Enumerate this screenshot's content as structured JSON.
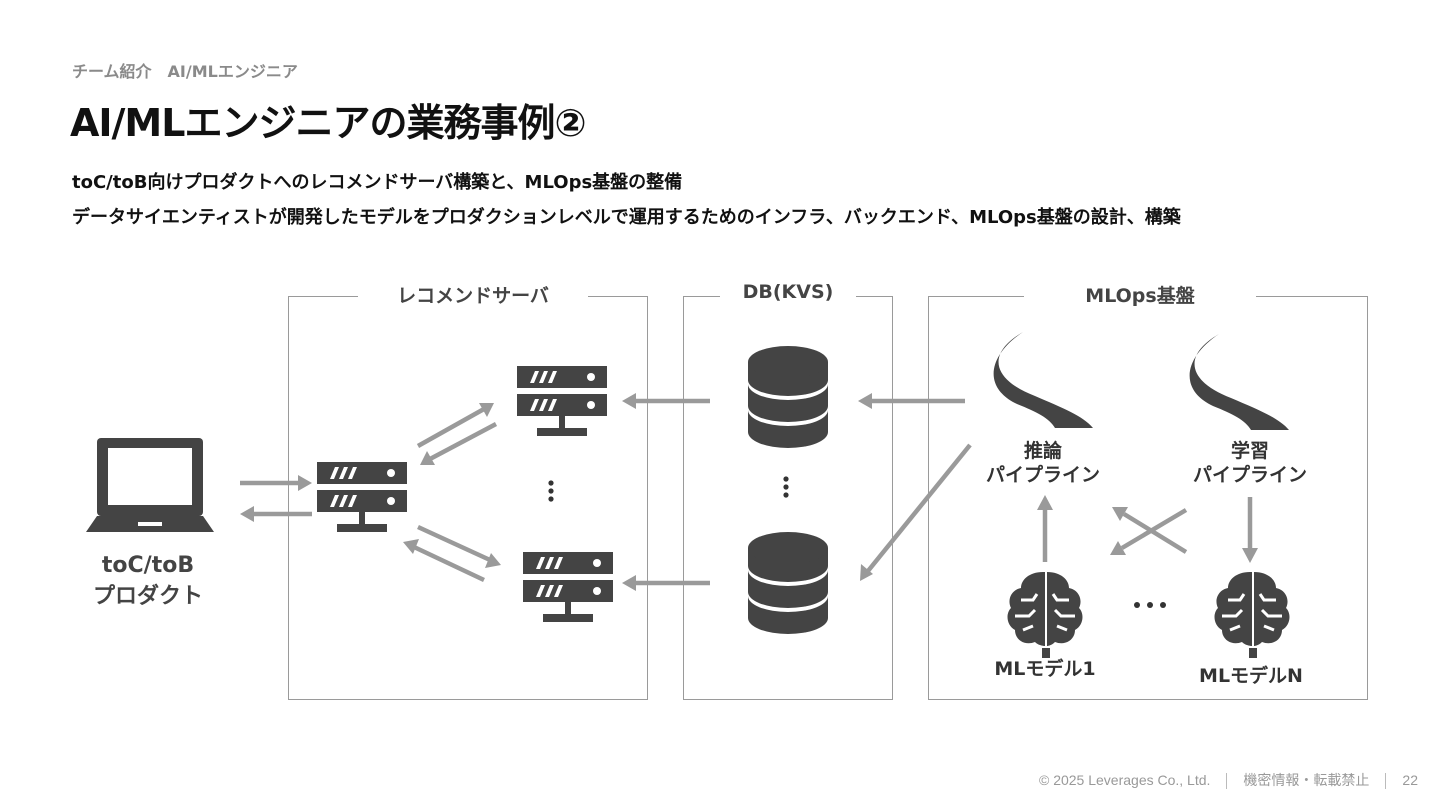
{
  "header": {
    "breadcrumb": "チーム紹介　AI/MLエンジニア",
    "title": "AI/MLエンジニアの業務事例②",
    "desc1": "toC/toB向けプロダクトへのレコメンドサーバ構築と、MLOps基盤の整備",
    "desc2": "データサイエンティストが開発したモデルをプロダクションレベルで運用するためのインフラ、バックエンド、MLOps基盤の設計、構築"
  },
  "diagram": {
    "client": {
      "line1": "toC/toB",
      "line2": "プロダクト",
      "icon": "laptop-icon"
    },
    "groups": {
      "recommend": "レコメンドサーバ",
      "db": "DB(KVS)",
      "mlops": "MLOps基盤"
    },
    "inference": {
      "line1": "推論",
      "line2": "パイプライン",
      "icon": "pipeline-road-icon"
    },
    "training": {
      "line1": "学習",
      "line2": "パイプライン",
      "icon": "pipeline-road-icon"
    },
    "model1": "MLモデル1",
    "modelN": "MLモデルN",
    "colors": {
      "icon": "#444444",
      "arrow": "#9a9a9a",
      "border": "#9a9a9a"
    }
  },
  "footer": {
    "copyright": "© 2025 Leverages Co., Ltd.",
    "confidential": "機密情報・転載禁止",
    "page": "22"
  }
}
